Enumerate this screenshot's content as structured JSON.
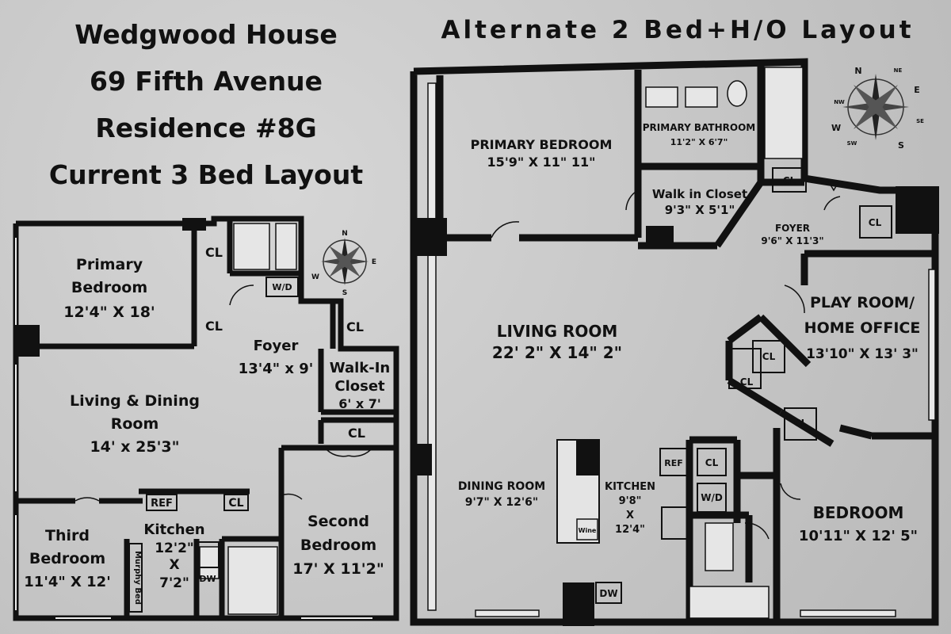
{
  "left_title": {
    "line1": "Wedgwood House",
    "line2": "69 Fifth Avenue",
    "line3": "Residence #8G",
    "line4": "Current 3 Bed Layout"
  },
  "right_title": "Alternate 2 Bed+H/O Layout",
  "compass": {
    "n": "N",
    "s": "S",
    "e": "E",
    "w": "W",
    "ne": "NE",
    "nw": "NW",
    "se": "SE",
    "sw": "SW"
  },
  "left_plan": {
    "primary_bedroom": {
      "name1": "Primary",
      "name2": "Bedroom",
      "dims": "12'4\" X 18'"
    },
    "foyer": {
      "name": "Foyer",
      "dims": "13'4\" x 9'"
    },
    "walk_in_closet": {
      "name1": "Walk-In",
      "name2": "Closet",
      "dims": "6' x 7'"
    },
    "living_dining": {
      "name1": "Living & Dining",
      "name2": "Room",
      "dims": "14' x 25'3\""
    },
    "kitchen": {
      "name": "Kitchen",
      "dims1": "12'2\"",
      "dims2": "X",
      "dims3": "7'2\""
    },
    "third_bedroom": {
      "name1": "Third",
      "name2": "Bedroom",
      "dims": "11'4\" X 12'"
    },
    "second_bedroom": {
      "name1": "Second",
      "name2": "Bedroom",
      "dims": "17' X 11'2\""
    },
    "closet": "CL",
    "washer_dryer": "W/D",
    "refrigerator": "REF",
    "dishwasher": "DW",
    "murphy_bed": "Murphy Bed"
  },
  "right_plan": {
    "primary_bedroom": {
      "name": "PRIMARY BEDROOM",
      "dims": "15'9\" X 11\" 11\""
    },
    "primary_bathroom": {
      "name": "PRIMARY BATHROOM",
      "dims": "11'2\" X 6'7\""
    },
    "walk_in_closet": {
      "name": "Walk in Closet",
      "dims": "9'3\" X 5'1\""
    },
    "foyer": {
      "name": "FOYER",
      "dims": "9'6\" X 11'3\""
    },
    "living_room": {
      "name": "LIVING ROOM",
      "dims": "22' 2\" X 14\" 2\""
    },
    "play_room": {
      "name1": "PLAY ROOM/",
      "name2": "HOME OFFICE",
      "dims": "13'10\" X 13' 3\""
    },
    "dining_room": {
      "name": "DINING ROOM",
      "dims": "9'7\" X 12'6\""
    },
    "kitchen": {
      "name": "KITCHEN",
      "dims1": "9'8\"",
      "dims2": "X",
      "dims3": "12'4\""
    },
    "bedroom": {
      "name": "BEDROOM",
      "dims": "10'11\" X 12' 5\""
    },
    "closet": "CL",
    "washer_dryer": "W/D",
    "refrigerator": "REF",
    "dishwasher": "DW",
    "wine": "Wine"
  }
}
